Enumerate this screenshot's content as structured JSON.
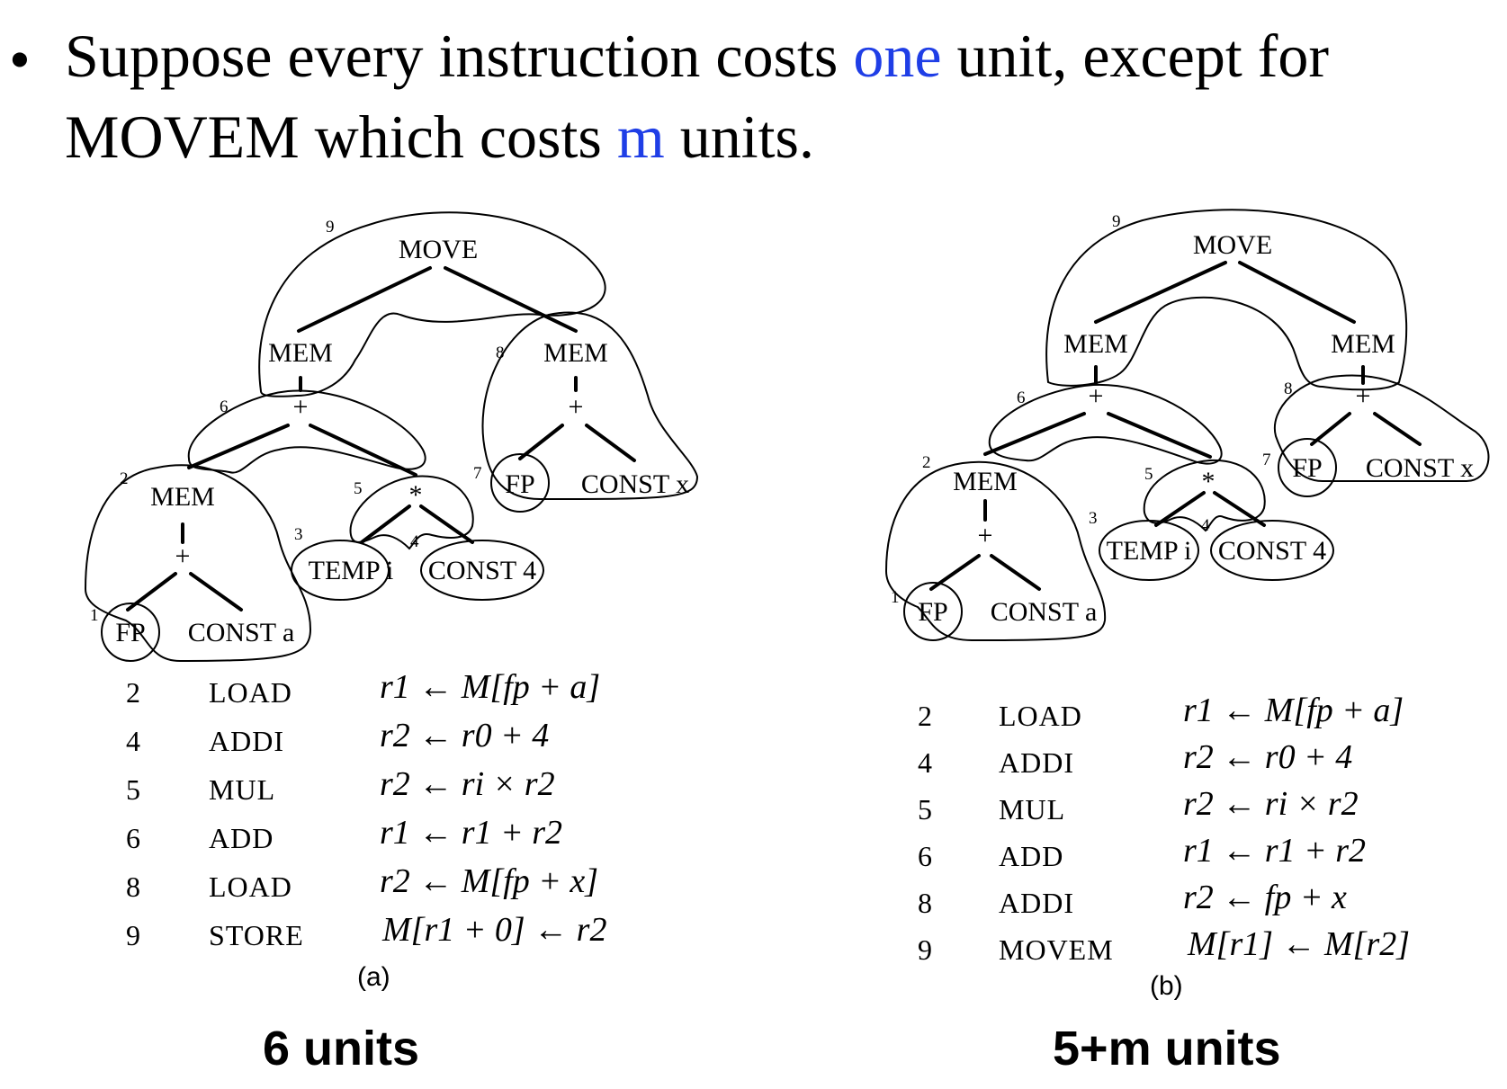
{
  "bullet": {
    "line1_a": "Suppose every instruction costs ",
    "line1_hl": "one",
    "line1_b": " unit, except for",
    "line2_a": "MOVEM which costs ",
    "line2_hl": "m",
    "line2_b": " units."
  },
  "colors": {
    "highlight": "#1f3ee6"
  },
  "tree_a": {
    "nodes": {
      "move": "MOVE",
      "mem_l": "MEM",
      "mem_r": "MEM",
      "plus_top": "+",
      "mem_low": "MEM",
      "plus_low": "+",
      "fp_low": "FP",
      "const_a": "CONST a",
      "times": "*",
      "temp_i": "TEMP i",
      "const_4": "CONST 4",
      "plus_r": "+",
      "fp_r": "FP",
      "const_x": "CONST x"
    },
    "tile_numbers": {
      "t9": "9",
      "t8": "8",
      "t6": "6",
      "t2": "2",
      "t5": "5",
      "t7": "7",
      "t3": "3",
      "t4": "4",
      "t1": "1"
    }
  },
  "tree_b": {
    "nodes": {
      "move": "MOVE",
      "mem_l": "MEM",
      "mem_r": "MEM",
      "plus_l": "+",
      "plus_r": "+",
      "fp_r": "FP",
      "const_x": "CONST x",
      "mem_low": "MEM",
      "plus_low": "+",
      "fp_low": "FP",
      "const_a": "CONST a",
      "times": "*",
      "temp_i": "TEMP i",
      "const_4": "CONST 4"
    },
    "tile_numbers": {
      "t9": "9",
      "t8": "8",
      "t6": "6",
      "t7": "7",
      "t2": "2",
      "t5": "5",
      "t3": "3",
      "t4": "4",
      "t1": "1"
    }
  },
  "code_a": [
    {
      "num": "2",
      "op": "LOAD",
      "expr": "r1 ← M[fp + a]"
    },
    {
      "num": "4",
      "op": "ADDI",
      "expr": "r2 ← r0 + 4"
    },
    {
      "num": "5",
      "op": "MUL",
      "expr": "r2 ← ri × r2"
    },
    {
      "num": "6",
      "op": "ADD",
      "expr": "r1 ← r1 + r2"
    },
    {
      "num": "8",
      "op": "LOAD",
      "expr": "r2 ← M[fp + x]"
    },
    {
      "num": "9",
      "op": "STORE",
      "expr": "M[r1 + 0] ← r2"
    }
  ],
  "code_b": [
    {
      "num": "2",
      "op": "LOAD",
      "expr": "r1 ← M[fp + a]"
    },
    {
      "num": "4",
      "op": "ADDI",
      "expr": "r2 ← r0 + 4"
    },
    {
      "num": "5",
      "op": "MUL",
      "expr": "r2 ← ri × r2"
    },
    {
      "num": "6",
      "op": "ADD",
      "expr": "r1 ← r1 + r2"
    },
    {
      "num": "8",
      "op": "ADDI",
      "expr": "r2 ← fp + x"
    },
    {
      "num": "9",
      "op": "MOVEM",
      "expr": "M[r1] ← M[r2]"
    }
  ],
  "captions": {
    "a": "(a)",
    "b": "(b)"
  },
  "costs": {
    "a": "6 units",
    "b": "5+m units"
  }
}
